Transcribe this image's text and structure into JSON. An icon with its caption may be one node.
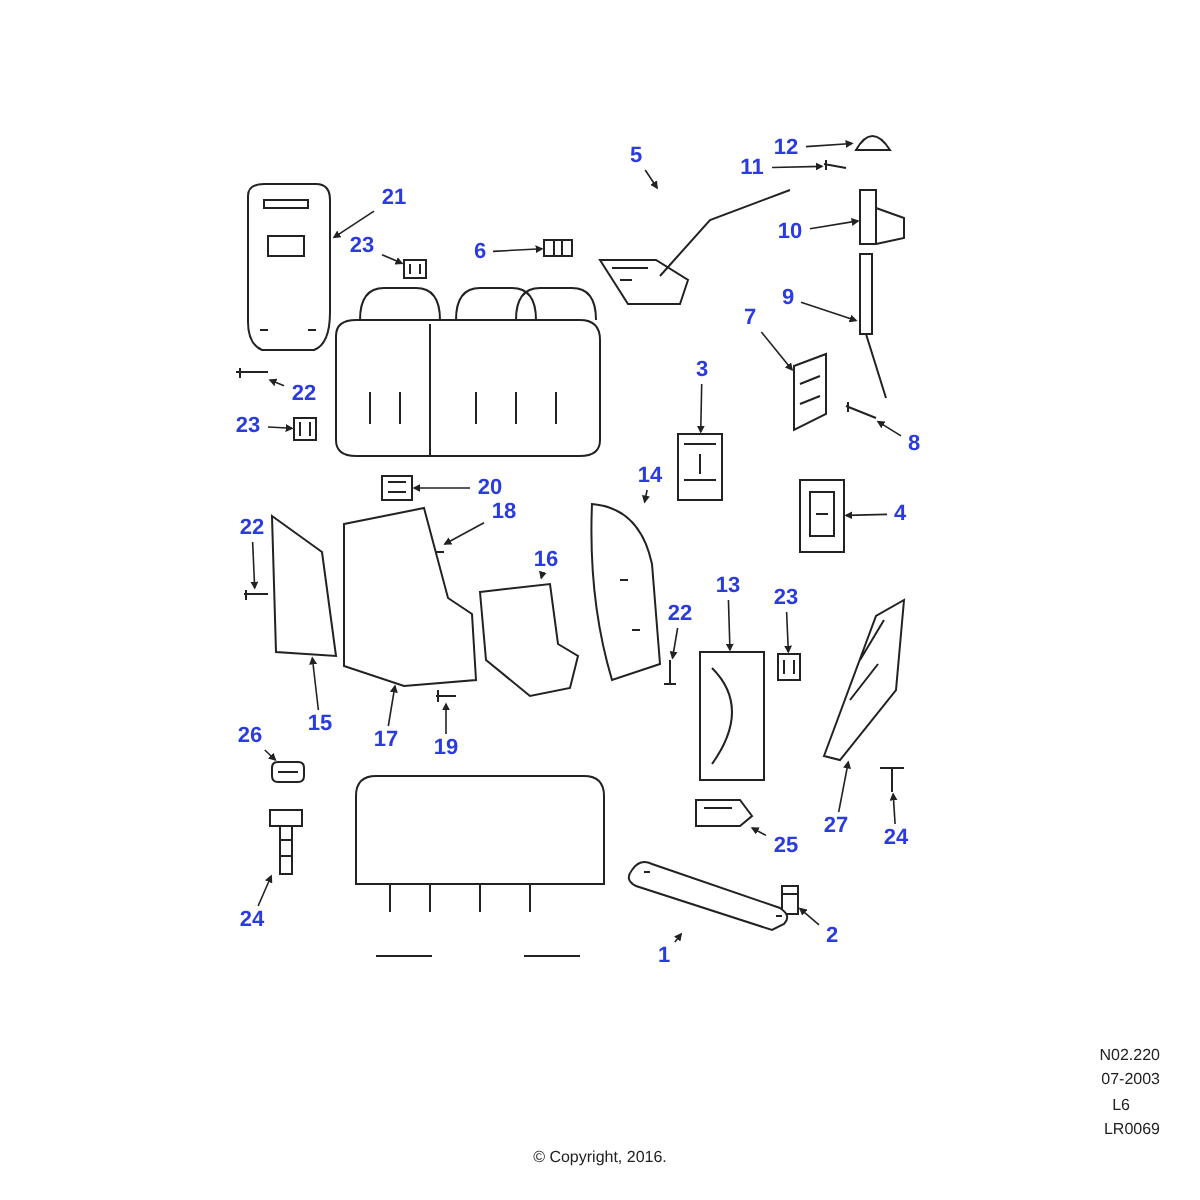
{
  "diagram": {
    "nodes": [
      {
        "text": [
          "12"
        ]
      },
      {
        "text": [
          "11"
        ]
      },
      {
        "text": [
          "5"
        ]
      },
      {
        "text": [
          "21"
        ]
      },
      {
        "text": [
          "23"
        ]
      },
      {
        "text": [
          "6"
        ]
      },
      {
        "text": [
          "10"
        ]
      },
      {
        "text": [
          "9"
        ]
      },
      {
        "text": [
          "7"
        ]
      },
      {
        "text": [
          "3"
        ]
      },
      {
        "text": [
          "8"
        ]
      },
      {
        "text": [
          "22"
        ]
      },
      {
        "text": [
          "23"
        ]
      },
      {
        "text": [
          "20"
        ]
      },
      {
        "text": [
          "14"
        ]
      },
      {
        "text": [
          "4"
        ]
      },
      {
        "text": [
          "22"
        ]
      },
      {
        "text": [
          "18"
        ]
      },
      {
        "text": [
          "16"
        ]
      },
      {
        "text": [
          "15"
        ]
      },
      {
        "text": [
          "17"
        ]
      },
      {
        "text": [
          "19"
        ]
      },
      {
        "text": [
          "22"
        ]
      },
      {
        "text": [
          "13"
        ]
      },
      {
        "text": [
          "23"
        ]
      },
      {
        "text": [
          "26"
        ]
      },
      {
        "text": [
          "27"
        ]
      },
      {
        "text": [
          "24"
        ]
      },
      {
        "text": [
          "24"
        ]
      },
      {
        "text": [
          "25"
        ]
      },
      {
        "text": [
          "2"
        ]
      },
      {
        "text": [
          "1"
        ]
      },
      {
        "text": [],
        "shape": "picture"
      },
      {
        "text": [],
        "shape": "picture"
      },
      {
        "text": [],
        "shape": "picture"
      },
      {
        "text": [],
        "shape": "picture"
      },
      {
        "text": [],
        "shape": "picture"
      },
      {
        "text": [],
        "shape": "picture"
      },
      {
        "text": [],
        "shape": "picture"
      },
      {
        "text": [],
        "shape": "picture"
      },
      {
        "text": [],
        "shape": "picture"
      },
      {
        "text": [],
        "shape": "picture"
      },
      {
        "text": [],
        "shape": "picture"
      },
      {
        "text": [],
        "shape": "picture"
      },
      {
        "text": [],
        "shape": "picture"
      },
      {
        "text": [],
        "shape": "picture"
      },
      {
        "text": [],
        "shape": "picture"
      },
      {
        "text": [],
        "shape": "picture"
      },
      {
        "text": [],
        "shape": "picture"
      },
      {
        "text": [],
        "shape": "picture"
      },
      {
        "text": [],
        "shape": "picture"
      },
      {
        "text": [],
        "shape": "picture"
      },
      {
        "text": [],
        "shape": "picture"
      },
      {
        "text": [],
        "shape": "picture"
      },
      {
        "text": [],
        "shape": "picture"
      },
      {
        "text": [],
        "shape": "picture"
      },
      {
        "text": [],
        "shape": "picture"
      },
      {
        "text": [],
        "shape": "picture"
      },
      {
        "text": [],
        "shape": "picture"
      },
      {
        "text": [],
        "shape": "picture"
      },
      {
        "text": [],
        "shape": "picture"
      },
      {
        "text": [],
        "shape": "picture"
      },
      {
        "text": [],
        "shape": "picture"
      },
      {
        "text": [],
        "shape": "picture"
      }
    ],
    "edges": [
      {
        "from": 0,
        "to": 32,
        "arrow": "to"
      },
      {
        "from": 1,
        "to": 33,
        "arrow": "to"
      },
      {
        "from": 2,
        "to": 34,
        "arrow": "to"
      },
      {
        "from": 3,
        "to": 35,
        "arrow": "to"
      },
      {
        "from": 4,
        "to": 36,
        "arrow": "to"
      },
      {
        "from": 5,
        "to": 37,
        "arrow": "to"
      },
      {
        "from": 6,
        "to": 38,
        "arrow": "to"
      },
      {
        "from": 7,
        "to": 39,
        "arrow": "to"
      },
      {
        "from": 8,
        "to": 40,
        "arrow": "to"
      },
      {
        "from": 9,
        "to": 41,
        "arrow": "to"
      },
      {
        "from": 10,
        "to": 42,
        "arrow": "to"
      },
      {
        "from": 11,
        "to": 43,
        "arrow": "to"
      },
      {
        "from": 12,
        "to": 44,
        "arrow": "to"
      },
      {
        "from": 13,
        "to": 45,
        "arrow": "to"
      },
      {
        "from": 14,
        "to": 46,
        "arrow": "to"
      },
      {
        "from": 15,
        "to": 47,
        "arrow": "to"
      },
      {
        "from": 16,
        "to": 48,
        "arrow": "to"
      },
      {
        "from": 17,
        "to": 49,
        "arrow": "to"
      },
      {
        "from": 18,
        "to": 50,
        "arrow": "to"
      },
      {
        "from": 19,
        "to": 51,
        "arrow": "to"
      },
      {
        "from": 20,
        "to": 52,
        "arrow": "to"
      },
      {
        "from": 21,
        "to": 53,
        "arrow": "to"
      },
      {
        "from": 22,
        "to": 54,
        "arrow": "to"
      },
      {
        "from": 23,
        "to": 55,
        "arrow": "to"
      },
      {
        "from": 24,
        "to": 56,
        "arrow": "to"
      },
      {
        "from": 25,
        "to": 57,
        "arrow": "to"
      },
      {
        "from": 26,
        "to": 58,
        "arrow": "to"
      },
      {
        "from": 27,
        "to": 59,
        "arrow": "to"
      },
      {
        "from": 28,
        "to": 60,
        "arrow": "to"
      },
      {
        "from": 29,
        "to": 61,
        "arrow": "to"
      },
      {
        "from": 30,
        "to": 62,
        "arrow": "to"
      },
      {
        "from": 31,
        "to": 63,
        "arrow": "to"
      }
    ],
    "labels": [
      "N02.220",
      "07-2003",
      "L6",
      "LR0069",
      "© Copyright, 2016."
    ]
  }
}
